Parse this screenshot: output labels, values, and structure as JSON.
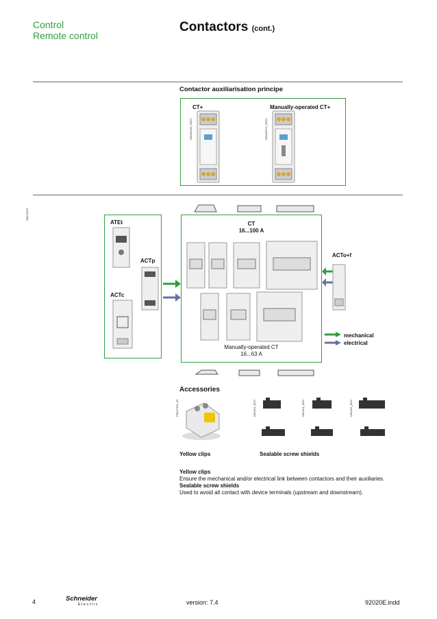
{
  "header": {
    "section_line1": "Control",
    "section_line2": "Remote control",
    "title": "Contactors",
    "title_suffix": "(cont.)"
  },
  "auxiliarisation": {
    "heading": "Contactor auxiliarisation principe",
    "label_ct_plus": "CT+",
    "label_manual_ct_plus": "Manually-operated CT+",
    "code_1": "DB403096_ZEO2",
    "code_2": "DB403075_ZEO2"
  },
  "diagram": {
    "side_code": "DB122937",
    "atet": "ATEt",
    "actp": "ACTp",
    "actc": "ACTc",
    "ct_label": "CT",
    "ct_range": "16...100 A",
    "manual_ct": "Manually-operated CT",
    "manual_range": "16...63 A",
    "acto_f": "ACTo+f",
    "legend_mechanical": "mechanical",
    "legend_electrical": "electrical",
    "color_green": "#2e9e3e",
    "color_purple": "#6b6ea8"
  },
  "accessories": {
    "heading": "Accessories",
    "code_photo": "PB107326_33",
    "code_a": "DB9423_ZEO",
    "code_b": "DB9424_ZEO",
    "code_c": "DB9425_ZEO",
    "label_yellow": "Yellow clips",
    "label_sealable": "Sealable screw shields",
    "desc_yellow_title": "Yellow clips",
    "desc_yellow_text": "Ensure the mechanical and/or electrical link between contactors and their auxiliaries.",
    "desc_sealable_title": "Sealable screw shields",
    "desc_sealable_text": "Used to avoid all contact with device terminals (upstream and downstream)."
  },
  "footer": {
    "page_number": "4",
    "brand": "Schneider",
    "brand_sub": "Electric",
    "version": "version: 7.4",
    "file": "92020E.indd"
  }
}
